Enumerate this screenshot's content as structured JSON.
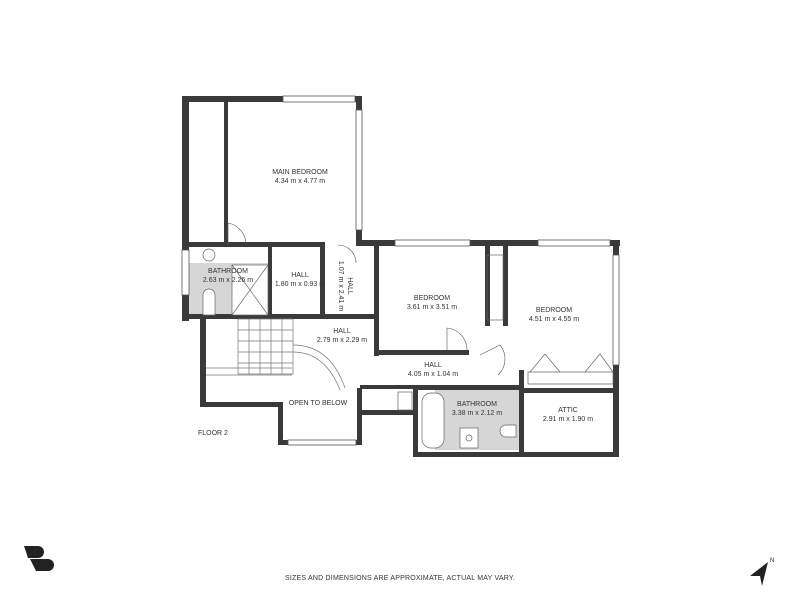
{
  "floor_label": "FLOOR 2",
  "disclaimer": "SIZES AND DIMENSIONS ARE APPROXIMATE, ACTUAL MAY VARY.",
  "colors": {
    "wall": "#3a3a3a",
    "wet_area": "#d6d6d6",
    "background": "#ffffff"
  },
  "icons": {
    "logo": "brand-logo",
    "north": "north-arrow-icon"
  },
  "north_label": "N",
  "rooms": [
    {
      "name": "MAIN BEDROOM",
      "size": "4.34 m x 4.77 m"
    },
    {
      "name": "BATHROOM",
      "size": "2.63 m x 2.26 m"
    },
    {
      "name": "HALL",
      "size": "1.80 m x 0.93 m"
    },
    {
      "name": "HALL",
      "size": "1.07 m x 2.41 m"
    },
    {
      "name": "HALL",
      "size": "2.79 m x 2.29 m"
    },
    {
      "name": "BEDROOM",
      "size": "3.61 m x 3.51 m"
    },
    {
      "name": "BEDROOM",
      "size": "4.51 m x 4.55 m"
    },
    {
      "name": "HALL",
      "size": "4.05 m x 1.04 m"
    },
    {
      "name": "BATHROOM",
      "size": "3.38 m x 2.12 m"
    },
    {
      "name": "ATTIC",
      "size": "2.91 m x 1.90 m"
    },
    {
      "name": "OPEN TO BELOW",
      "size": ""
    }
  ]
}
